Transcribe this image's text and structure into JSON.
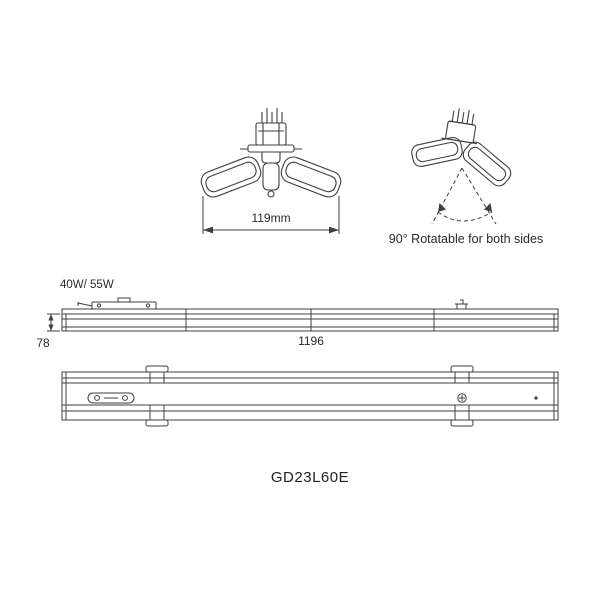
{
  "labels": {
    "head_width": "119mm",
    "rotation_note": "90° Rotatable for both sides",
    "power": "40W/ 55W",
    "height": "78",
    "length": "1196",
    "model": "GD23L60E"
  },
  "colors": {
    "line": "#3f3f3f",
    "text": "#2a2a2a",
    "background": "#ffffff"
  }
}
